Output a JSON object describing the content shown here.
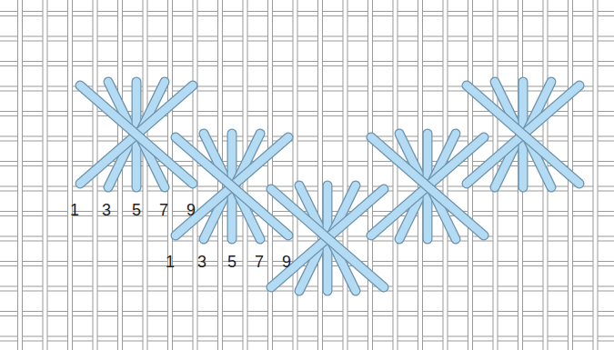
{
  "diagram": {
    "labels": [
      "1",
      "3",
      "5",
      "7",
      "9",
      "1",
      "3",
      "5",
      "7",
      "9"
    ]
  }
}
